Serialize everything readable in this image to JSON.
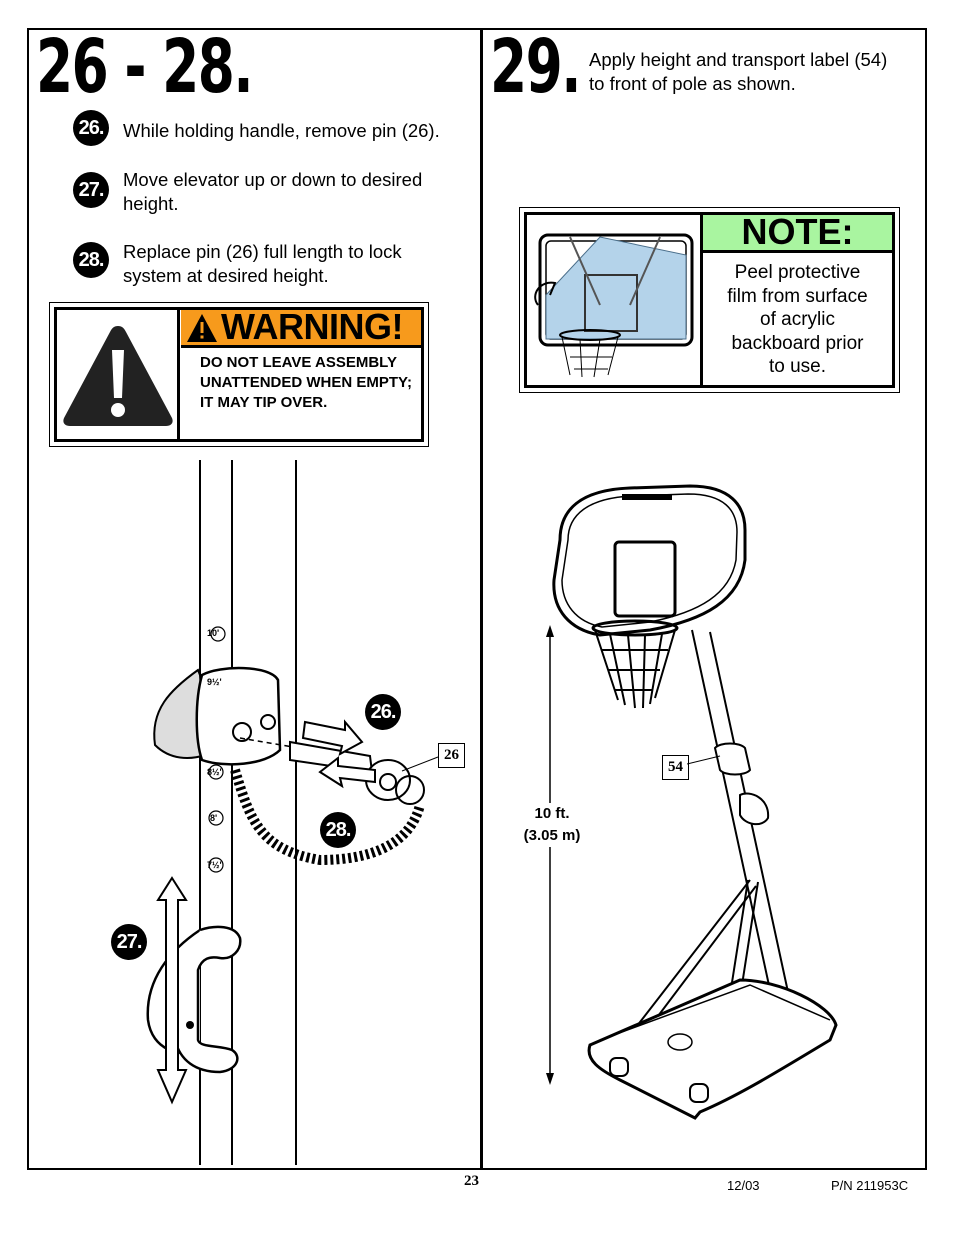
{
  "left_panel": {
    "heading": "26 - 28.",
    "steps": [
      {
        "number": "26.",
        "text": "While holding handle, remove pin (26)."
      },
      {
        "number": "27.",
        "text_line1": "Move elevator up or down to desired",
        "text_line2": "height."
      },
      {
        "number": "28.",
        "text_line1": "Replace pin (26) full length to lock",
        "text_line2": "system at desired height."
      }
    ],
    "warning": {
      "title": "WARNING!",
      "body": "DO NOT LEAVE ASSEMBLY UNATTENDED WHEN EMPTY; IT MAY TIP OVER.",
      "header_color": "#f79a1c"
    },
    "diagram": {
      "callout_26": "26.",
      "callout_28": "28.",
      "callout_27": "27.",
      "part_label": "26",
      "height_marks": [
        "10'",
        "9½'",
        "8½'",
        "8'",
        "7½'"
      ]
    }
  },
  "right_panel": {
    "heading": "29.",
    "instruction_line1": "Apply height and transport label (54)",
    "instruction_line2": "to front of pole as shown.",
    "note": {
      "title": "NOTE:",
      "body_lines": [
        "Peel protective",
        "film from surface",
        "of acrylic",
        "backboard prior",
        "to use."
      ],
      "header_color": "#a9f5a0"
    },
    "diagram": {
      "height_label_line1": "10 ft.",
      "height_label_line2": "(3.05 m)",
      "part_label": "54"
    }
  },
  "footer": {
    "page_number": "23",
    "date": "12/03",
    "part_number": "P/N 211953C"
  }
}
